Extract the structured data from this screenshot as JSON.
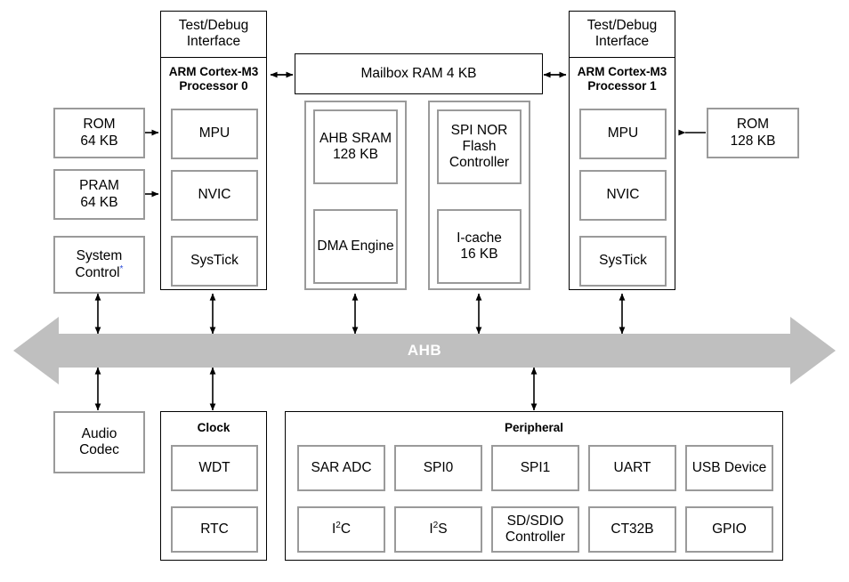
{
  "diagram": {
    "title": "Dual ARM Cortex-M3 SoC block diagram",
    "bus": {
      "label": "AHB",
      "color": "#bfbfbf",
      "text_color": "#ffffff"
    },
    "colors": {
      "box_border": "#9a9a9a",
      "container_border": "#000000",
      "asterisk": "#2a4bd7"
    }
  },
  "processors": [
    {
      "debug_label_line1": "Test/Debug",
      "debug_label_line2": "Interface",
      "core_line1": "ARM Cortex-M3",
      "core_line2": "Processor 0",
      "blocks": [
        "MPU",
        "NVIC",
        "SysTick"
      ]
    },
    {
      "debug_label_line1": "Test/Debug",
      "debug_label_line2": "Interface",
      "core_line1": "ARM Cortex-M3",
      "core_line2": "Processor 1",
      "blocks": [
        "MPU",
        "NVIC",
        "SysTick"
      ]
    }
  ],
  "left_column": [
    {
      "line1": "ROM",
      "line2": "64 KB"
    },
    {
      "line1": "PRAM",
      "line2": "64 KB"
    },
    {
      "line1": "System",
      "line2": "Control"
    }
  ],
  "right_column": [
    {
      "line1": "ROM",
      "line2": "128 KB"
    }
  ],
  "mailbox": {
    "label": "Mailbox RAM 4 KB"
  },
  "memory_groups": [
    {
      "blocks": [
        {
          "line1": "AHB SRAM",
          "line2": "128 KB",
          "line3": ""
        },
        {
          "line1": "DMA Engine",
          "line2": "",
          "line3": ""
        }
      ]
    },
    {
      "blocks": [
        {
          "line1": "SPI NOR",
          "line2": "Flash",
          "line3": "Controller"
        },
        {
          "line1": "I-cache",
          "line2": "16 KB",
          "line3": ""
        }
      ]
    }
  ],
  "audio": {
    "line1": "Audio",
    "line2": "Codec"
  },
  "clock": {
    "title": "Clock",
    "blocks": [
      "WDT",
      "RTC"
    ]
  },
  "peripheral": {
    "title": "Peripheral",
    "row1": [
      "SAR ADC",
      "SPI0",
      "SPI1",
      "UART",
      "USB Device"
    ],
    "row2_plain": [
      "",
      "",
      "SD/SDIO\nController",
      "CT32B",
      "GPIO"
    ],
    "row2": [
      {
        "pre": "I",
        "sup": "2",
        "post": "C",
        "line2": ""
      },
      {
        "pre": "I",
        "sup": "2",
        "post": "S",
        "line2": ""
      },
      {
        "pre": "",
        "sup": "",
        "post": "SD/SDIO",
        "line2": "Controller"
      },
      {
        "pre": "",
        "sup": "",
        "post": "CT32B",
        "line2": ""
      },
      {
        "pre": "",
        "sup": "",
        "post": "GPIO",
        "line2": ""
      }
    ]
  }
}
